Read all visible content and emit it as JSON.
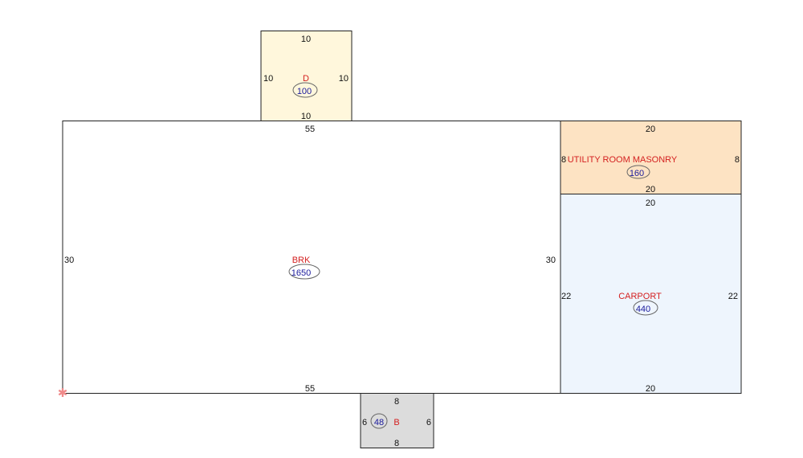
{
  "colors": {
    "outline": "#222222",
    "label": "#d42020",
    "area": "#1a1a9c",
    "ellipse": "#666666",
    "marker": "#f08a8a"
  },
  "marker": {
    "icon": "origin-marker-icon",
    "glyph": "✱"
  },
  "areas": [
    {
      "id": "brk",
      "label": "BRK",
      "area": "1650",
      "fill": "#ffffff",
      "dims": {
        "top": "55",
        "bottom": "55",
        "left": "30",
        "right": "30"
      }
    },
    {
      "id": "d",
      "label": "D",
      "area": "100",
      "fill": "#fff7dc",
      "dims": {
        "top": "10",
        "bottom": "10",
        "left": "10",
        "right": "10"
      }
    },
    {
      "id": "utility",
      "label": "UTILITY ROOM MASONRY",
      "area": "160",
      "fill": "#fde3c3",
      "dims": {
        "top": "20",
        "bottom": "20",
        "left": "8",
        "right": "8"
      }
    },
    {
      "id": "carport",
      "label": "CARPORT",
      "area": "440",
      "fill": "#eef5fd",
      "dims": {
        "top": "20",
        "bottom": "20",
        "left": "22",
        "right": "22"
      }
    },
    {
      "id": "b",
      "label": "B",
      "area": "48",
      "fill": "#dcdcdc",
      "dims": {
        "top": "8",
        "bottom": "8",
        "left": "6",
        "right": "6"
      }
    }
  ]
}
